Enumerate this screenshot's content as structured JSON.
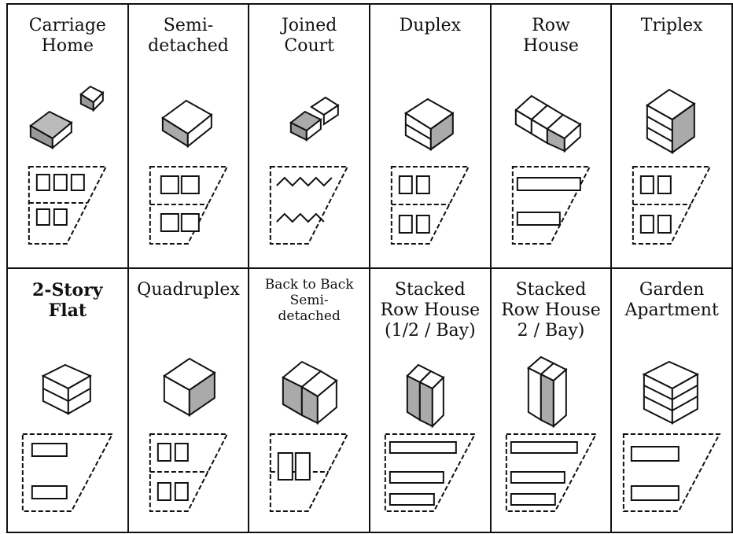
{
  "diagram": {
    "cells": [
      {
        "label": "Carriage\nHome"
      },
      {
        "label": "Semi-\ndetached"
      },
      {
        "label": "Joined\nCourt"
      },
      {
        "label": "Duplex"
      },
      {
        "label": "Row\nHouse"
      },
      {
        "label": "Triplex"
      },
      {
        "label": "2-Story\nFlat"
      },
      {
        "label": "Quadruplex"
      },
      {
        "label": "Back to Back\nSemi-\ndetached"
      },
      {
        "label": "Stacked\nRow House\n(1/2 / Bay)"
      },
      {
        "label": "Stacked\nRow House\n2 / Bay)"
      },
      {
        "label": "Garden\nApartment"
      }
    ]
  }
}
